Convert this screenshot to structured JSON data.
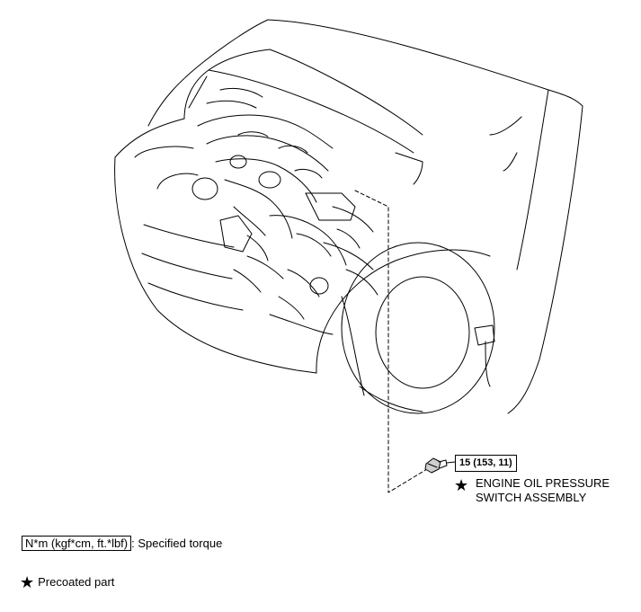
{
  "callout": {
    "torque": "15 (153, 11)",
    "part_name_line1": "ENGINE OIL PRESSURE",
    "part_name_line2": "SWITCH ASSEMBLY"
  },
  "legend": {
    "torque_unit": "N*m (kgf*cm, ft.*lbf)",
    "torque_desc": ": Specified torque",
    "precoated_desc": "Precoated part"
  },
  "icons": {
    "precoat_marker": "star-icon"
  }
}
